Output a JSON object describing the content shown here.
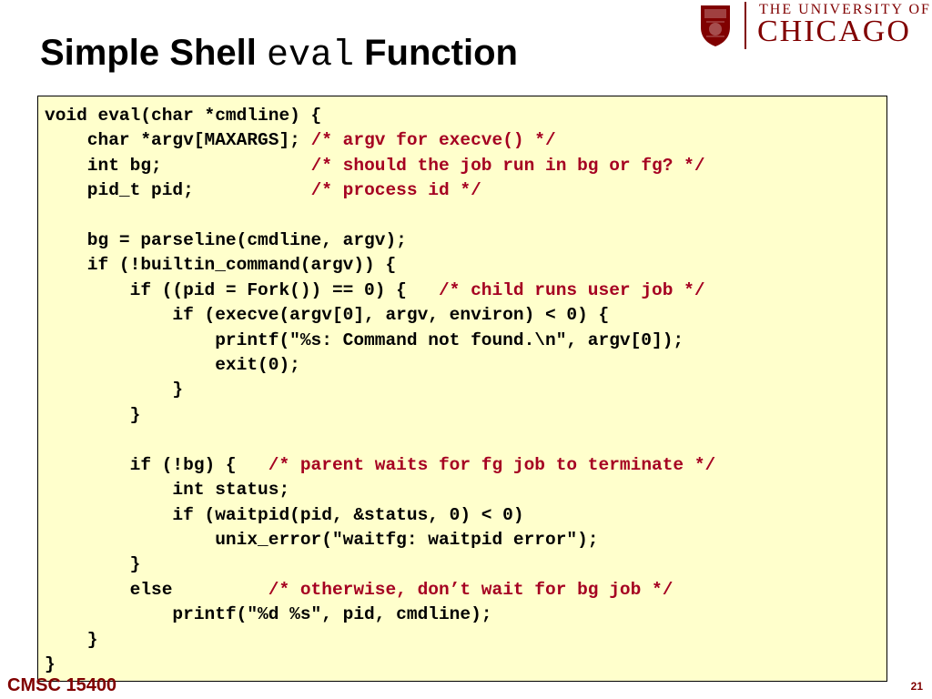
{
  "slide": {
    "title_prefix": "Simple Shell ",
    "title_code": "eval",
    "title_suffix": " Function",
    "footer_left": "CMSC 15400",
    "page_number": "21"
  },
  "logo": {
    "line1": "THE UNIVERSITY OF",
    "line2": "CHICAGO",
    "color": "#800000"
  },
  "colors": {
    "box_bg": "#ffffcc",
    "comment": "#a50021",
    "brand": "#800000"
  },
  "code": {
    "l0": "void eval(char *cmdline) {",
    "l1": "    char *argv[MAXARGS]; ",
    "l1c": "/* argv for execve() */",
    "l2": "    int bg;              ",
    "l2c": "/* should the job run in bg or fg? */",
    "l3": "    pid_t pid;           ",
    "l3c": "/* process id */",
    "l5": "    bg = parseline(cmdline, argv);",
    "l6": "    if (!builtin_command(argv)) {",
    "l7": "        if ((pid = Fork()) == 0) {   ",
    "l7c": "/* child runs user job */",
    "l8": "            if (execve(argv[0], argv, environ) < 0) {",
    "l9": "                printf(\"%s: Command not found.\\n\", argv[0]);",
    "l10": "                exit(0);",
    "l11": "            }",
    "l12": "        }",
    "l14": "        if (!bg) {   ",
    "l14c": "/* parent waits for fg job to terminate */",
    "l15": "            int status;",
    "l16": "            if (waitpid(pid, &status, 0) < 0)",
    "l17": "                unix_error(\"waitfg: waitpid error\");",
    "l18": "        }",
    "l19": "        else         ",
    "l19c": "/* otherwise, don’t wait for bg job */",
    "l20": "            printf(\"%d %s\", pid, cmdline);",
    "l21": "    }",
    "l22": "}"
  }
}
